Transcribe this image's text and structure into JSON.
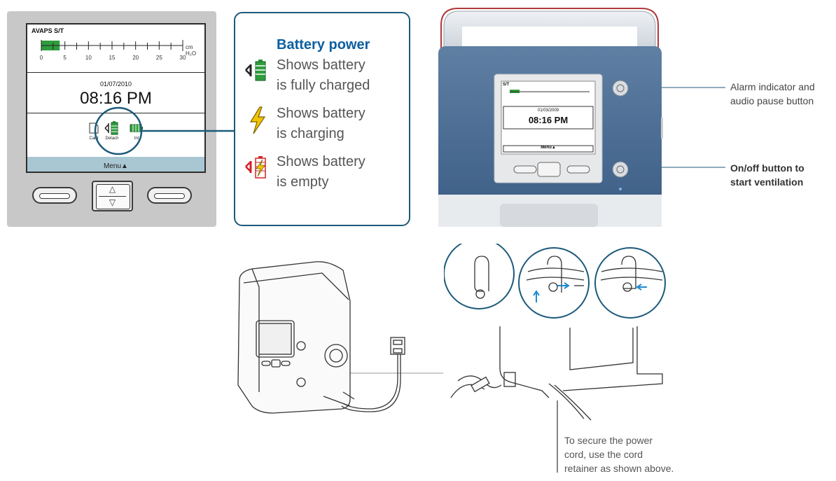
{
  "lcd_screen": {
    "mode_label": "AVAPS S/T",
    "scale_ticks": [
      "0",
      "5",
      "10",
      "15",
      "20",
      "25",
      "30"
    ],
    "unit_cm": "cm",
    "unit_h2o": "H₂O",
    "pressure_fill_fraction": 0.13,
    "date": "01/07/2010",
    "time": "08:16 PM",
    "icons": [
      {
        "name": "card-icon",
        "label": "Card"
      },
      {
        "name": "detachable-battery-icon",
        "label": "Detach"
      },
      {
        "name": "internal-battery-icon",
        "label": "Int"
      }
    ],
    "menu_label": "Menu▲",
    "up_arrow": "△",
    "down_arrow": "▽"
  },
  "legend": {
    "title": "Battery power",
    "items": [
      {
        "icon": "battery-full-icon",
        "line1": "Shows battery",
        "line2": "is fully charged"
      },
      {
        "icon": "lightning-bolt-icon",
        "line1": "Shows battery",
        "line2": "is charging"
      },
      {
        "icon": "battery-empty-icon",
        "line1": "Shows battery",
        "line2": "is empty"
      }
    ]
  },
  "photo": {
    "mini_screen_mode": "S/T",
    "mini_screen_date": "01/03/2009",
    "mini_screen_time": "08:16 PM",
    "mini_menu": "Menu▲"
  },
  "callouts": {
    "alarm": {
      "line1": "Alarm indicator and",
      "line2": "audio pause button"
    },
    "onoff": {
      "line1": "On/off button to",
      "line2": "start ventilation"
    }
  },
  "cord_caption": {
    "line1": "To secure the power",
    "line2": "cord, use the cord",
    "line3": "retainer as shown above."
  },
  "colors": {
    "battery_green": "#2e9d3e",
    "battery_red": "#d2232a",
    "bolt_yellow": "#f2c400",
    "legend_border": "#1c5a7a",
    "title_blue": "#0b5fa0",
    "device_blue": "#4d6f94",
    "menu_bar": "#a9c7d3"
  }
}
